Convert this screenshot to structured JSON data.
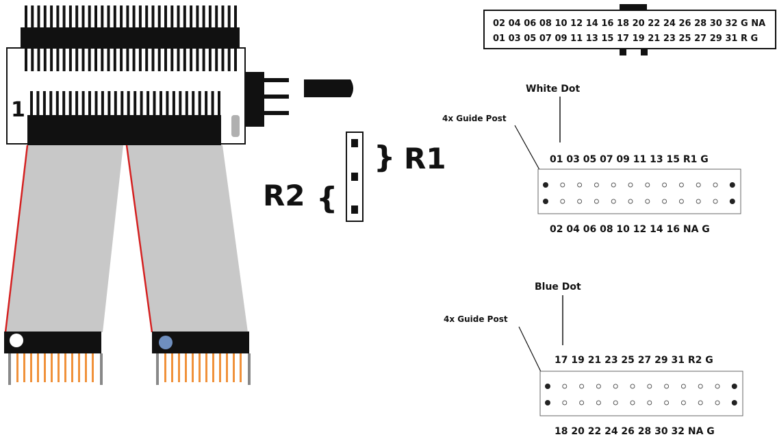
{
  "header_connector": {
    "top_row": [
      "02",
      "04",
      "06",
      "08",
      "10",
      "12",
      "14",
      "16",
      "18",
      "20",
      "22",
      "24",
      "26",
      "28",
      "30",
      "32",
      "G",
      "NA"
    ],
    "bottom_row": [
      "01",
      "03",
      "05",
      "07",
      "09",
      "11",
      "13",
      "15",
      "17",
      "19",
      "21",
      "23",
      "25",
      "27",
      "29",
      "31",
      "R",
      "G"
    ]
  },
  "adapter": {
    "pin1_label": "1",
    "r1_label": "R1",
    "r2_label": "R2",
    "left_ribbon_dot_color": "#ffffff",
    "right_ribbon_dot_color": "#6f8fbf"
  },
  "white_dot_block": {
    "dot_label": "White Dot",
    "guide_post_label": "4x Guide Post",
    "top_pins": [
      "01",
      "03",
      "05",
      "07",
      "09",
      "11",
      "13",
      "15",
      "R1",
      "G"
    ],
    "bottom_pins": [
      "02",
      "04",
      "06",
      "08",
      "10",
      "12",
      "14",
      "16",
      "NA",
      "G"
    ]
  },
  "blue_dot_block": {
    "dot_label": "Blue Dot",
    "guide_post_label": "4x Guide Post",
    "top_pins": [
      "17",
      "19",
      "21",
      "23",
      "25",
      "27",
      "29",
      "31",
      "R2",
      "G"
    ],
    "bottom_pins": [
      "18",
      "20",
      "22",
      "24",
      "26",
      "28",
      "30",
      "32",
      "NA",
      "G"
    ]
  },
  "colors": {
    "ribbon": "#c8c8c8",
    "red_stripe": "#d42020",
    "contact_orange": "#f0913a",
    "black": "#111111"
  }
}
